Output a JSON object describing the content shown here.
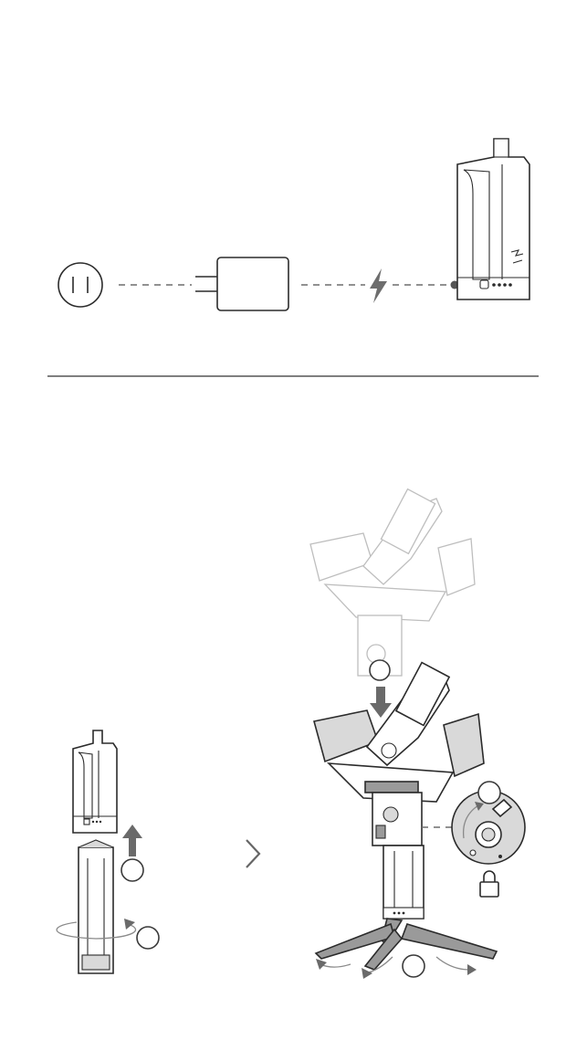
{
  "page": {
    "background": "#ffffff",
    "line_color": "#2b2b2b",
    "accent_gray": "#6a6a6a"
  },
  "sections": [
    {
      "id": "charging",
      "items": [
        "power-outlet-icon",
        "usb-power-adapter-icon",
        "charging-bolt-icon",
        "battery-grip-icon"
      ]
    },
    {
      "id": "assembly",
      "items": [
        "battery-grip-icon",
        "tripod-icon",
        "next-step-chevron-icon",
        "gimbal-icon",
        "lock-icon"
      ],
      "steps": [
        {
          "name": "step-1-marker",
          "label": ""
        },
        {
          "name": "step-2-marker",
          "label": ""
        },
        {
          "name": "step-3-marker",
          "label": ""
        },
        {
          "name": "step-4-marker",
          "label": ""
        },
        {
          "name": "step-5-marker",
          "label": ""
        }
      ]
    }
  ]
}
